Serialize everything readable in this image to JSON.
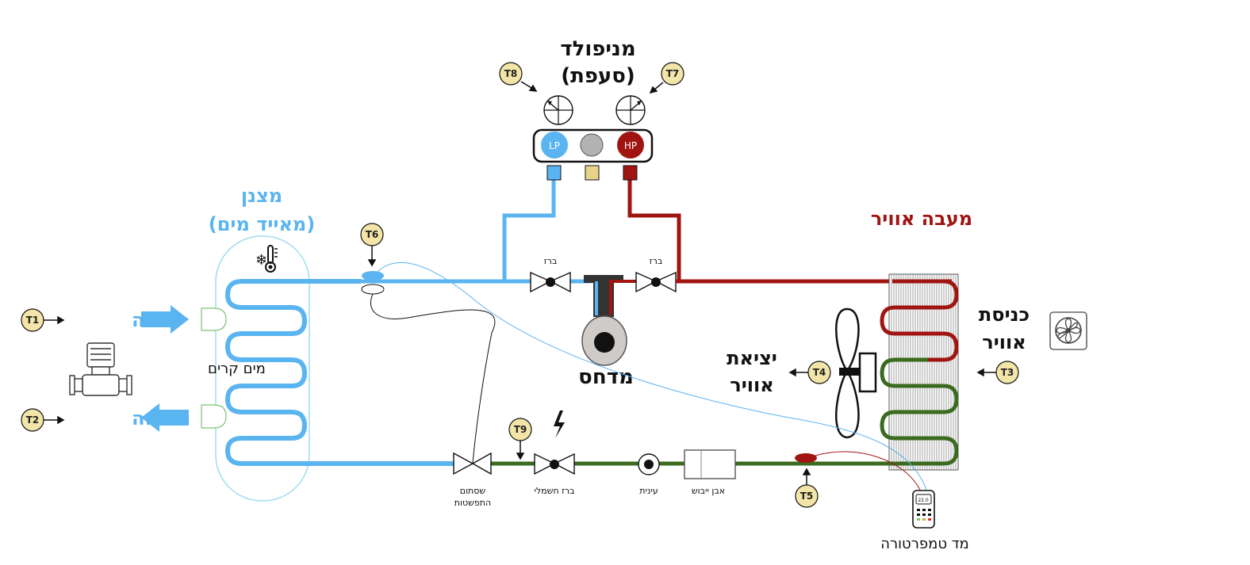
{
  "title": {
    "manifold_line1": "מניפולד",
    "manifold_line2": "(סעפת)"
  },
  "condenser": {
    "line1": "מצנן",
    "line2": "(מאייד מים)"
  },
  "air_exchanger": "מעבה אוויר",
  "compressor": "מדחס",
  "water": {
    "inlet": "כניסה",
    "outlet": "יציאה",
    "hot_water": "מים קרים"
  },
  "air": {
    "inlet_line1": "כניסת",
    "inlet_line2": "אוויר",
    "outlet_line1": "יציאת",
    "outlet_line2": "אוויר"
  },
  "gauges": {
    "lp": "LP",
    "hp": "HP"
  },
  "valves": {
    "valve_left": "ברז",
    "valve_right": "ברז"
  },
  "components": {
    "expansion_line1": "שסתום",
    "expansion_line2": "התפשטות",
    "solenoid": "ברז חשמלי",
    "sight_glass": "עינית",
    "filter_drier": "אבן ייבוש",
    "thermometer": "מד טמפרטורה",
    "thermometer_display": "22.0"
  },
  "sensors": {
    "t1": "T1",
    "t2": "T2",
    "t3": "T3",
    "t4": "T4",
    "t5": "T5",
    "t6": "T6",
    "t7": "T7",
    "t8": "T8",
    "t9": "T9"
  },
  "colors": {
    "low_pressure": "#5ab4f0",
    "high_pressure": "#a01512",
    "liquid_line": "#3a6b1e",
    "sensor_fill": "#f2e5a7",
    "evaporator_outline": "#9fdcee"
  }
}
